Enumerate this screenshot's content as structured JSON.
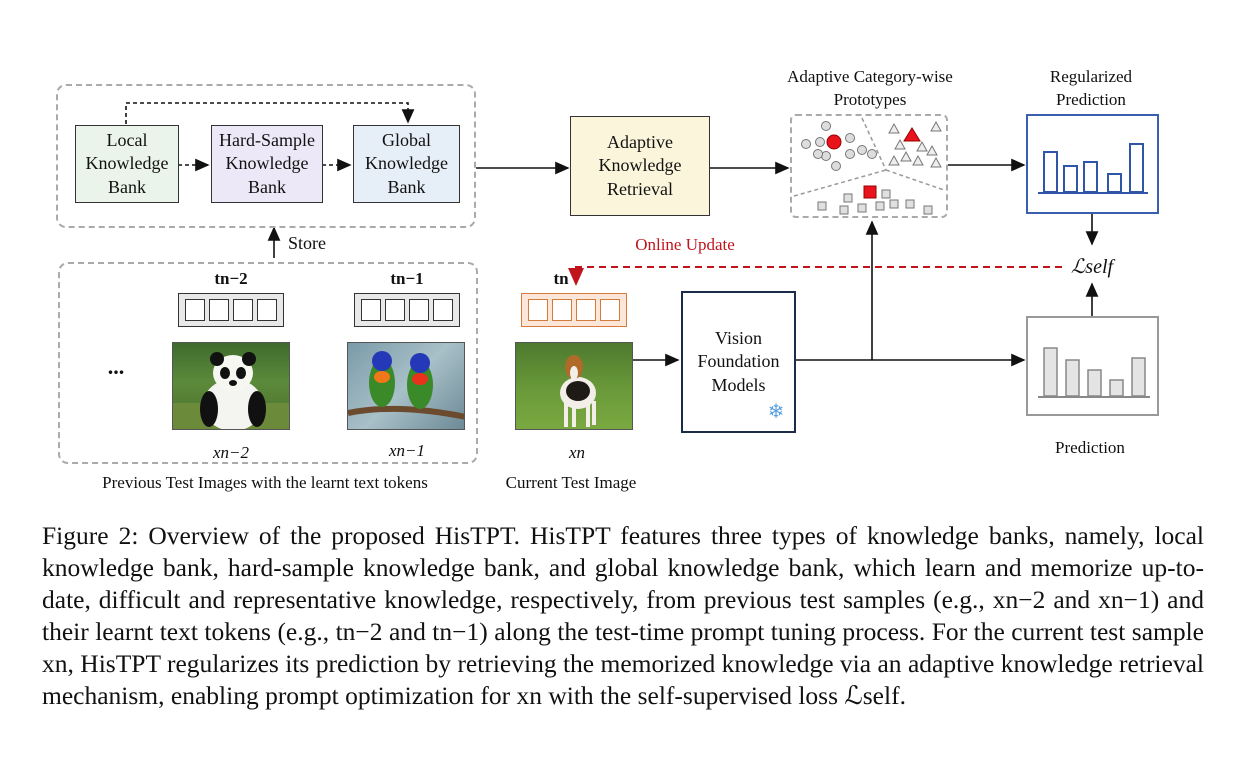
{
  "banks": {
    "local": "Local Knowledge Bank",
    "hard": "Hard-Sample Knowledge Bank",
    "global": "Global Knowledge Bank"
  },
  "store_label": "Store",
  "retrieval_label": "Adaptive Knowledge Retrieval",
  "prototypes_title": "Adaptive Category-wise Prototypes",
  "regularized_title": "Regularized Prediction",
  "online_update": "Online Update",
  "loss_label": "ℒself",
  "vfm_label": "Vision Foundation Models",
  "snowflake_icon": "❄",
  "prediction_label": "Prediction",
  "tokens": {
    "t_nm2": "tn−2",
    "t_nm1": "tn−1",
    "t_n": "tn"
  },
  "images": {
    "x_nm2": "xn−2",
    "x_nm1": "xn−1",
    "x_n": "xn"
  },
  "ellipsis": "...",
  "previous_caption": "Previous Test Images with the learnt text tokens",
  "current_caption": "Current Test Image",
  "figure_caption": "Figure 2: Overview of the proposed HisTPT. HisTPT features three types of knowledge banks, namely, local knowledge bank, hard-sample knowledge bank, and global knowledge bank, which learn and memorize up-to-date, difficult and representative knowledge, respectively, from previous test samples (e.g., xn−2 and xn−1) and their learnt text tokens (e.g., tn−2 and tn−1) along the test-time prompt tuning process. For the current test sample xn, HisTPT regularizes its prediction by retrieving the memorized knowledge via an adaptive knowledge retrieval mechanism, enabling prompt optimization for xn with the self-supervised loss ℒself."
}
